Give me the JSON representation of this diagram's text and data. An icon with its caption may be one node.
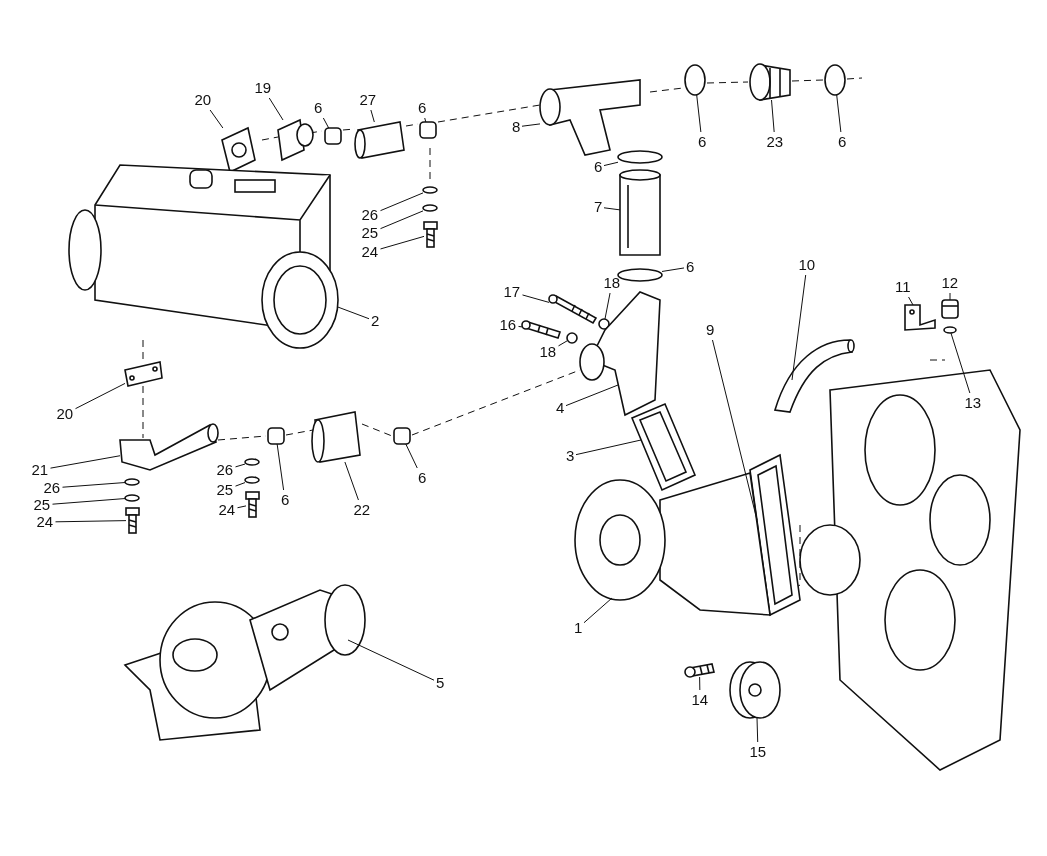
{
  "diagram": {
    "nodes": [
      {
        "text": [
          "20"
        ]
      },
      {
        "text": [
          "19"
        ]
      },
      {
        "text": [
          "6"
        ]
      },
      {
        "text": [
          "27"
        ]
      },
      {
        "text": [
          "6"
        ]
      },
      {
        "text": [
          "2"
        ]
      },
      {
        "text": [
          "26"
        ]
      },
      {
        "text": [
          "25"
        ]
      },
      {
        "text": [
          "24"
        ]
      },
      {
        "text": [
          "20"
        ]
      },
      {
        "text": [
          "21"
        ]
      },
      {
        "text": [
          "26"
        ]
      },
      {
        "text": [
          "25"
        ]
      },
      {
        "text": [
          "24"
        ]
      },
      {
        "text": [
          "26"
        ]
      },
      {
        "text": [
          "25"
        ]
      },
      {
        "text": [
          "24"
        ]
      },
      {
        "text": [
          "6"
        ]
      },
      {
        "text": [
          "22"
        ]
      },
      {
        "text": [
          "6"
        ]
      },
      {
        "text": [
          "5"
        ]
      },
      {
        "text": [
          "8"
        ]
      },
      {
        "text": [
          "6"
        ]
      },
      {
        "text": [
          "23"
        ]
      },
      {
        "text": [
          "6"
        ]
      },
      {
        "text": [
          "6"
        ]
      },
      {
        "text": [
          "7"
        ]
      },
      {
        "text": [
          "6"
        ]
      },
      {
        "text": [
          "17"
        ]
      },
      {
        "text": [
          "18"
        ]
      },
      {
        "text": [
          "16"
        ]
      },
      {
        "text": [
          "18"
        ]
      },
      {
        "text": [
          "4"
        ]
      },
      {
        "text": [
          "3"
        ]
      },
      {
        "text": [
          "9"
        ]
      },
      {
        "text": [
          "10"
        ]
      },
      {
        "text": [
          "11"
        ]
      },
      {
        "text": [
          "12"
        ]
      },
      {
        "text": [
          "13"
        ]
      },
      {
        "text": [
          "1"
        ]
      },
      {
        "text": [
          "14"
        ]
      },
      {
        "text": [
          "15"
        ]
      },
      {
        "text": [],
        "shape": "picture"
      },
      {
        "text": [],
        "shape": "picture"
      },
      {
        "text": [],
        "shape": "box"
      },
      {
        "text": [],
        "shape": "picture"
      },
      {
        "text": [],
        "shape": "box"
      },
      {
        "text": [],
        "shape": "picture"
      },
      {
        "text": [],
        "shape": "circle"
      },
      {
        "text": [],
        "shape": "circle"
      },
      {
        "text": [],
        "shape": "picture"
      },
      {
        "text": [],
        "shape": "picture"
      },
      {
        "text": [],
        "shape": "picture"
      },
      {
        "text": [],
        "shape": "circle"
      },
      {
        "text": [],
        "shape": "circle"
      },
      {
        "text": [],
        "shape": "picture"
      },
      {
        "text": [],
        "shape": "circle"
      },
      {
        "text": [],
        "shape": "circle"
      },
      {
        "text": [],
        "shape": "picture"
      },
      {
        "text": [],
        "shape": "box"
      },
      {
        "text": [],
        "shape": "picture"
      },
      {
        "text": [],
        "shape": "box"
      },
      {
        "text": [],
        "shape": "picture"
      },
      {
        "text": [],
        "shape": "picture"
      },
      {
        "text": [],
        "shape": "circle"
      },
      {
        "text": [],
        "shape": "picture"
      },
      {
        "text": [],
        "shape": "circle"
      },
      {
        "text": [],
        "shape": "circle"
      },
      {
        "text": [],
        "shape": "picture"
      },
      {
        "text": [],
        "shape": "circle"
      },
      {
        "text": [],
        "shape": "picture"
      },
      {
        "text": [],
        "shape": "circle"
      },
      {
        "text": [],
        "shape": "picture"
      },
      {
        "text": [],
        "shape": "circle"
      },
      {
        "text": [],
        "shape": "picture"
      },
      {
        "text": [],
        "shape": "picture"
      },
      {
        "text": [],
        "shape": "picture"
      },
      {
        "text": [],
        "shape": "picture"
      },
      {
        "text": [],
        "shape": "picture"
      },
      {
        "text": [],
        "shape": "picture"
      },
      {
        "text": [],
        "shape": "circle"
      },
      {
        "text": [],
        "shape": "picture"
      },
      {
        "text": [],
        "shape": "picture"
      },
      {
        "text": [],
        "shape": "picture"
      }
    ],
    "edges": [
      {
        "from": 0,
        "to": 42,
        "arrow": "none"
      },
      {
        "from": 1,
        "to": 43,
        "arrow": "none"
      },
      {
        "from": 2,
        "to": 44,
        "arrow": "none"
      },
      {
        "from": 3,
        "to": 45,
        "arrow": "none"
      },
      {
        "from": 4,
        "to": 46,
        "arrow": "none"
      },
      {
        "from": 5,
        "to": 47,
        "arrow": "none"
      },
      {
        "from": 6,
        "to": 48,
        "arrow": "none"
      },
      {
        "from": 7,
        "to": 49,
        "arrow": "none"
      },
      {
        "from": 8,
        "to": 50,
        "arrow": "none"
      },
      {
        "from": 9,
        "to": 51,
        "arrow": "none"
      },
      {
        "from": 10,
        "to": 52,
        "arrow": "none"
      },
      {
        "from": 11,
        "to": 53,
        "arrow": "none"
      },
      {
        "from": 12,
        "to": 54,
        "arrow": "none"
      },
      {
        "from": 13,
        "to": 55,
        "arrow": "none"
      },
      {
        "from": 14,
        "to": 56,
        "arrow": "none"
      },
      {
        "from": 15,
        "to": 57,
        "arrow": "none"
      },
      {
        "from": 16,
        "to": 58,
        "arrow": "none"
      },
      {
        "from": 17,
        "to": 59,
        "arrow": "none"
      },
      {
        "from": 18,
        "to": 60,
        "arrow": "none"
      },
      {
        "from": 19,
        "to": 61,
        "arrow": "none"
      },
      {
        "from": 20,
        "to": 62,
        "arrow": "none"
      },
      {
        "from": 21,
        "to": 63,
        "arrow": "none"
      },
      {
        "from": 22,
        "to": 64,
        "arrow": "none"
      },
      {
        "from": 23,
        "to": 65,
        "arrow": "none"
      },
      {
        "from": 24,
        "to": 66,
        "arrow": "none"
      },
      {
        "from": 25,
        "to": 67,
        "arrow": "none"
      },
      {
        "from": 26,
        "to": 68,
        "arrow": "none"
      },
      {
        "from": 27,
        "to": 69,
        "arrow": "none"
      },
      {
        "from": 28,
        "to": 70,
        "arrow": "none"
      },
      {
        "from": 29,
        "to": 71,
        "arrow": "none"
      },
      {
        "from": 30,
        "to": 72,
        "arrow": "none"
      },
      {
        "from": 31,
        "to": 73,
        "arrow": "none"
      },
      {
        "from": 32,
        "to": 74,
        "arrow": "none"
      },
      {
        "from": 33,
        "to": 75,
        "arrow": "none"
      },
      {
        "from": 34,
        "to": 76,
        "arrow": "none"
      },
      {
        "from": 35,
        "to": 77,
        "arrow": "none"
      },
      {
        "from": 36,
        "to": 78,
        "arrow": "none"
      },
      {
        "from": 37,
        "to": 79,
        "arrow": "none"
      },
      {
        "from": 38,
        "to": 80,
        "arrow": "none"
      },
      {
        "from": 39,
        "to": 81,
        "arrow": "none"
      },
      {
        "from": 40,
        "to": 82,
        "arrow": "none"
      },
      {
        "from": 41,
        "to": 83,
        "arrow": "none"
      }
    ]
  }
}
